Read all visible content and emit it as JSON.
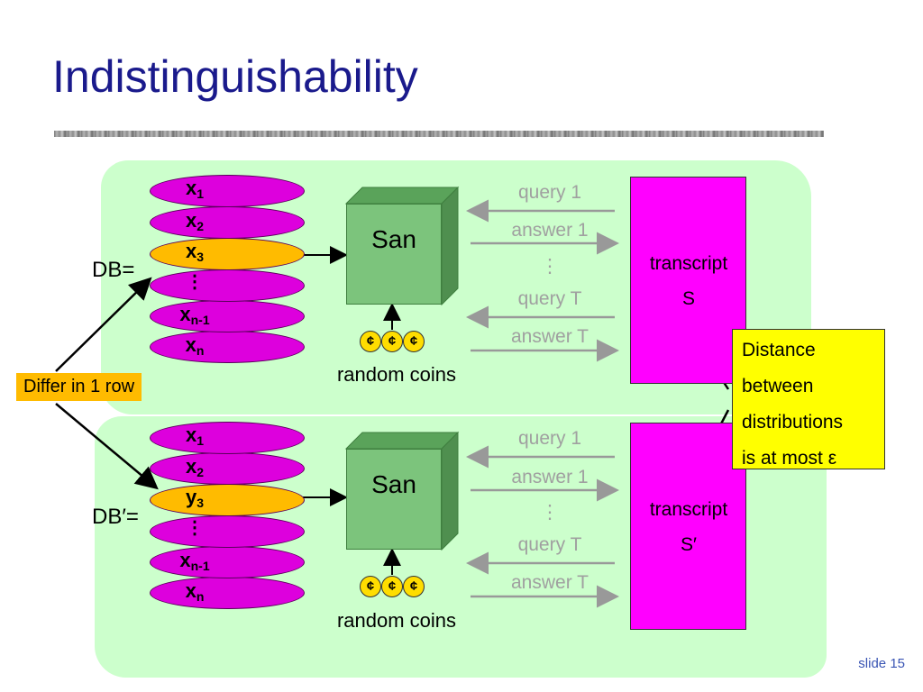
{
  "title": "Indistinguishability",
  "top": {
    "db_label": "DB=",
    "rows": [
      {
        "base": "x",
        "sub": "1"
      },
      {
        "base": "x",
        "sub": "2"
      },
      {
        "base": "x",
        "sub": "3"
      },
      {
        "base": "⋮",
        "sub": ""
      },
      {
        "base": "x",
        "sub": "n-1"
      },
      {
        "base": "x",
        "sub": "n"
      }
    ],
    "san_label": "San",
    "coins": [
      "¢",
      "¢",
      "¢"
    ],
    "coins_label": "random coins",
    "messages": [
      "query 1",
      "answer 1",
      "⋮",
      "query T",
      "answer T"
    ],
    "transcript": "transcript",
    "transcript_name": "S"
  },
  "bottom": {
    "db_label": "DB′=",
    "rows": [
      {
        "base": "x",
        "sub": "1"
      },
      {
        "base": "x",
        "sub": "2"
      },
      {
        "base": "y",
        "sub": "3"
      },
      {
        "base": "⋮",
        "sub": ""
      },
      {
        "base": "x",
        "sub": "n-1"
      },
      {
        "base": "x",
        "sub": "n"
      }
    ],
    "san_label": "San",
    "coins": [
      "¢",
      "¢",
      "¢"
    ],
    "coins_label": "random coins",
    "messages": [
      "query 1",
      "answer 1",
      "⋮",
      "query T",
      "answer T"
    ],
    "transcript": "transcript",
    "transcript_name": "S′"
  },
  "differ_label": "Differ in 1 row",
  "distance_lines": [
    "Distance",
    "between",
    "distributions",
    "is at most ε"
  ],
  "slide_number": "slide 15",
  "colors": {
    "title": "#1a1a8c",
    "background_blob": "#ccffcc",
    "disk": "#dd00dd",
    "disk_highlight": "#ffbb00",
    "cube": "#7cc47c",
    "transcript": "#ff00ff",
    "distance_box": "#ffff00",
    "messages": "#a0a0a0"
  }
}
